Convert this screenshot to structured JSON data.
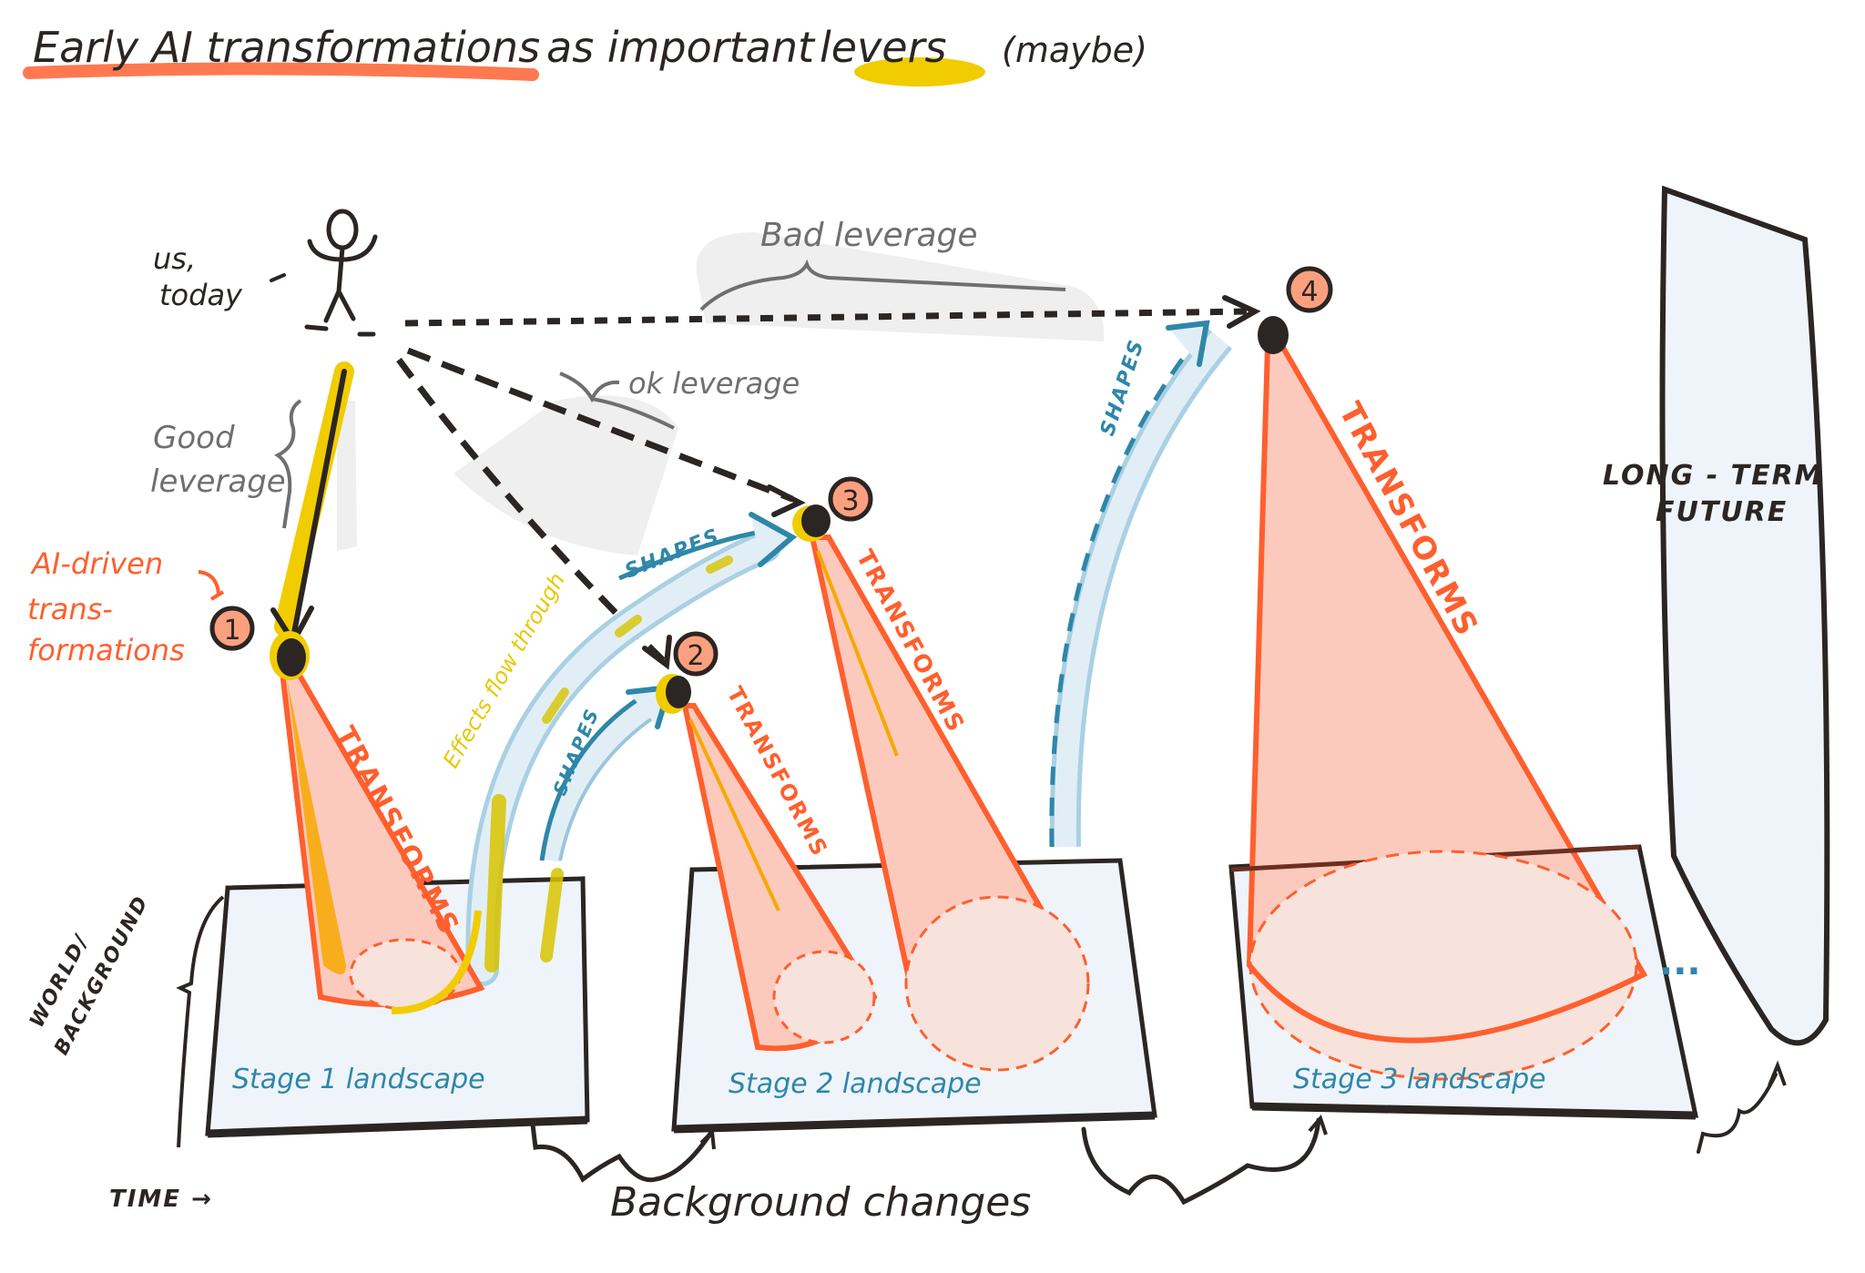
{
  "title": {
    "prefix": "Early AI transformations",
    "middle": "as  important",
    "emphasis": "levers",
    "suffix": "(maybe)",
    "underline_color_primary": "#ff6a3d",
    "underline_color_emphasis": "#f0cc00"
  },
  "actor": {
    "label_line1": "us,",
    "label_line2": "today"
  },
  "leverage": {
    "good_line1": "Good",
    "good_line2": "leverage",
    "ok": "ok leverage",
    "bad": "Bad  leverage"
  },
  "ai_label": {
    "line1": "AI-driven",
    "line2": "trans-",
    "line3": "formations"
  },
  "nodes": [
    {
      "id": "1",
      "label": "1"
    },
    {
      "id": "2",
      "label": "2"
    },
    {
      "id": "3",
      "label": "3"
    },
    {
      "id": "4",
      "label": "4"
    }
  ],
  "cone_label": "TRANSFORMS",
  "shapes_label": "SHAPES",
  "effects_label": "Effects flow through",
  "stages": [
    {
      "label": "Stage 1   landscape"
    },
    {
      "label": "Stage 2  landscape"
    },
    {
      "label": "Stage 3   landscape"
    }
  ],
  "world_label_line1": "WORLD/",
  "world_label_line2": "BACKGROUND",
  "future": {
    "line1": "LONG - TERM",
    "line2": "FUTURE",
    "ellipsis": "..."
  },
  "time_label": "TIME →",
  "background_changes": "Background changes",
  "colors": {
    "ink": "#2b2523",
    "orange": "#ff5f2e",
    "cone_fill": "#fccabd",
    "node_fill": "#fba07f",
    "yellow": "#f0cc00",
    "blue": "#2e87a8",
    "arrow_fill": "#e2eef6",
    "stage_fill": "#eef4f9",
    "gray_shade": "#efefef",
    "gray_text": "#6f6f6f"
  }
}
